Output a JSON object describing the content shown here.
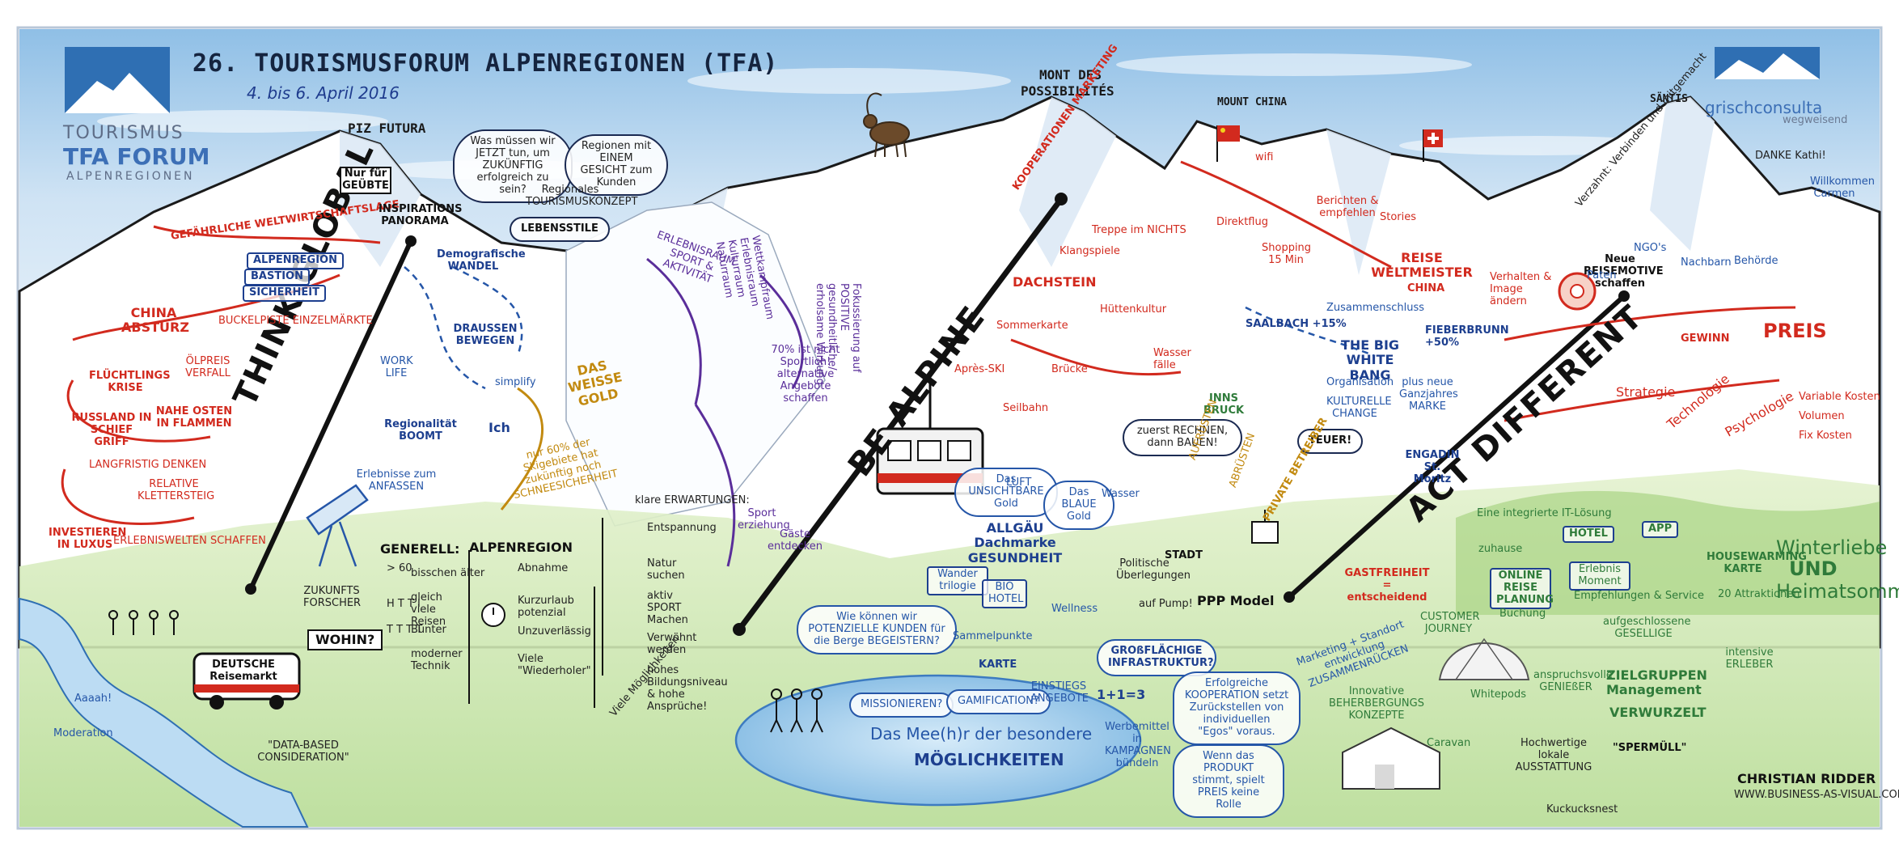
{
  "header": {
    "title": "26. TOURISMUSFORUM ALPENREGIONEN (TFA)",
    "date": "4. bis 6. April 2016"
  },
  "logos": {
    "tfa_line1": "TOURISMUS",
    "tfa_line2": "TFA FORUM",
    "tfa_line3": "ALPENREGIONEN",
    "consult_main": "grischconsulta",
    "consult_sub": "wegweisend"
  },
  "peaks": {
    "futura": "PIZ FUTURA",
    "mont_line1": "MONT DES",
    "mont_line2": "POSSIBILITÉS",
    "china": "MOUNT CHINA",
    "saentis": "SÄNTIS"
  },
  "banners": {
    "think": "THINK GLOBAL",
    "alpine": "BE ALPINE",
    "act": "ACT DIFFERENT"
  },
  "left_section": {
    "weltlage": "GEFÄHRLICHE WELTWIRTSCHAFTSLAGE",
    "alpenregion": "ALPENREGION",
    "bastion": "BASTION",
    "sicherheit": "SICHERHEIT",
    "buckelpiste": "BUCKELPISTE EINZELMÄRKTE",
    "china_absturz": "CHINA ABSTURZ",
    "oelpreis": "ÖLPREIS VERFALL",
    "fluechtlinge": "FLÜCHTLINGS KRISE",
    "russland": "RUSSLAND IN SCHIEF GRIFF",
    "nahe_osten": "NAHE OSTEN IN FLAMMEN",
    "langfristig": "LANGFRISTIG DENKEN",
    "relative": "RELATIVE KLETTERSTEIG",
    "investieren": "INVESTIEREN IN LUXUS",
    "erlebniswelten": "ERLEBNISWELTEN SCHAFFEN",
    "nur_fuer": "Nur für GEÜBTE",
    "inspirations": "INSPIRATIONS PANORAMA",
    "zukunfts": "ZUKUNFTS FORSCHER",
    "was_muessen": "Was müssen wir JETZT tun, um ZUKÜNFTIG erfolgreich zu sein?",
    "regionen": "Regionen mit EINEM GESICHT zum Kunden",
    "regionales": "Regionales TOURISMUSKONZEPT",
    "lebensstile": "LEBENSSTILE",
    "demografische": "Demografische WANDEL",
    "draussen": "DRAUSSEN BEWEGEN",
    "work_life": "WORK LIFE",
    "simplify": "simplify",
    "regionalitaet": "Regionalität BOOMT",
    "erlebnisse": "Erlebnisse zum ANFASSEN",
    "ich": "Ich",
    "deutsche": "DEUTSCHE Reisemarkt",
    "wohin": "WOHIN?",
    "aaaah": "Aaaah!",
    "moderation": "Moderation",
    "data_based": "\"DATA-BASED CONSIDERATION\""
  },
  "weisse_gold": {
    "title": "DAS WEISSE GOLD",
    "note": "nur 60% der Skigebiete hat zukünftig noch SCHNEESICHERHEIT"
  },
  "generell": {
    "header": "GENERELL:",
    "items": [
      "bisschen älter",
      "gleich viele Reisen",
      "Bunter",
      "moderner Technik"
    ],
    "ages": [
      "> 60",
      "H T T I",
      "T T T T"
    ]
  },
  "alpenregion_col": {
    "header": "ALPENREGION",
    "items": [
      "Abnahme",
      "Kurzurlaub potenzial",
      "Unzuverlässig",
      "Viele \"Wiederholer\""
    ]
  },
  "erwartungen": {
    "header": "klare ERWARTUNGEN:",
    "items": [
      "Entspannung",
      "Natur suchen",
      "aktiv SPORT Machen",
      "Verwöhnt werden",
      "hohes Bildungsniveau & hohe Ansprüche!"
    ],
    "viele": "Viele Möglichkeiten"
  },
  "alpine_section": {
    "erlebnisraum": "ERLEBNISRAUM SPORT & AKTIVITÄT",
    "wettkampf": "Wettkampfraum Erlebnisraum Kulturraum Naturraum",
    "fokus": "Fokussierung auf POSITIVE gesundheitliche/ erholsame Wirkung",
    "siebzig": "70% ist nicht Sportlich! alternative Angebote schaffen",
    "sport_erziehung": "Sport erziehung",
    "gaeste": "Gäste entdecken",
    "kooperation": "KOOPERATIONEN MARKETING",
    "treppe": "Treppe im NICHTS",
    "klangspiele": "Klangspiele",
    "dachstein": "DACHSTEIN",
    "sommerkarte": "Sommerkarte",
    "huettenkultur": "Hüttenkultur",
    "apres_ski": "Après-SKI",
    "bruecke": "Brücke",
    "seilbahn": "Seilbahn",
    "wasserfaelle": "Wasser fälle",
    "unsichtbare": "Das UNSICHTBARE Gold",
    "luft": "LUFT",
    "blaue": "Das BLAUE Gold",
    "wasser": "Wasser",
    "allgaeu": "ALLGÄU Dachmarke GESUNDHEIT",
    "wander": "Wander trilogie",
    "bio": "BIO HOTEL",
    "wellness": "Wellness",
    "wie_koennen": "Wie können wir POTENZIELLE KUNDEN für die Berge BEGEISTERN?",
    "sammelpunkte": "Sammelpunkte",
    "karte": "KARTE",
    "missionieren": "MISSIONIEREN?",
    "gamification": "GAMIFICATION?",
    "einstiegs": "EINSTIEGS ANGEBOTE",
    "meer_line1": "Das Mee(h)r der besondere",
    "meer_line2": "MÖGLICHKEITEN"
  },
  "china_section": {
    "wifi": "wifi",
    "direktflug": "Direktflug",
    "berichten": "Berichten & empfehlen",
    "shopping": "Shopping 15 Min",
    "stories": "Stories",
    "reise": "REISE WELTMEISTER",
    "china_label": "CHINA",
    "verhalten": "Verhalten & Image ändern",
    "zusammenschluss": "Zusammenschluss",
    "saalbach": "SAALBACH +15%",
    "fieberbrunn": "FIEBERBRUNN +50%",
    "big_bang": "THE BIG WHITE BANG",
    "organisation": "Organisation",
    "ganzjahres": "plus neue Ganzjahres MARKE",
    "kulturelle": "KULTURELLE CHANGE"
  },
  "innsbruck": {
    "label": "INNS BRUCK",
    "zuerst": "zuerst RECHNEN, dann BAUEN!",
    "teuer": "TEUER!",
    "aufrusten": "AUFRÜSTEN",
    "abruesten": "ABRÜSTEN",
    "private": "PRIVATE BETREIBER",
    "stadt": "STADT",
    "politische": "Politische Überlegungen",
    "auf_pump": "auf Pump!",
    "ppp": "PPP Model"
  },
  "act_section": {
    "engadin": "ENGADIN St. Moritz",
    "gastfreiheit": "GASTFREIHEIT = entscheidend",
    "marketing": "Marketing + Standort entwicklung ZUSAMMENRÜCKEN",
    "grossflaechige": "GROßFLÄCHIGE INFRASTRUKTUR?",
    "eins": "1+1=3",
    "erfolgreiche": "Erfolgreiche KOOPERATION setzt Zurückstellen von individuellen \"Egos\" voraus.",
    "werbemittel": "Werbemittel in KAMPAGNEN bündeln",
    "wenn_das": "Wenn das PRODUKT stimmt, spielt PREIS keine Rolle",
    "innovative": "Innovative BEHERBERGUNGS KONZEPTE",
    "whitepods": "Whitepods",
    "caravan": "Caravan",
    "hochwertige": "Hochwertige lokale AUSSTATTUNG",
    "spermuell": "\"SPERMÜLL\"",
    "kuckucksnest": "Kuckucksnest",
    "it_loesung": "Eine integrierte IT-Lösung",
    "zuhause": "zuhause",
    "hotel": "HOTEL",
    "online": "ONLINE REISE PLANUNG",
    "erlebnis_moment": "Erlebnis Moment",
    "app": "APP",
    "empfehlungen": "Empfehlungen & Service",
    "customer": "CUSTOMER JOURNEY",
    "buchung": "Buchung",
    "housewarming": "HOUSEWARMING KARTE",
    "attraktionen": "20 Attraktionen",
    "winterliebe": "Winterliebe",
    "und": "UND",
    "heimatsommer": "Heimatsommer",
    "aufgeschlossene": "aufgeschlossene GESELLIGE",
    "anspruchsvolle": "anspruchsvolle GENIEßER",
    "intensive": "intensive ERLEBER",
    "zielgruppen": "ZIELGRUPPEN Management",
    "verwurzelt": "VERWURZELT"
  },
  "right_section": {
    "neue": "Neue REISEMOTIVE schaffen",
    "verzahnt": "Verzahnt: Verbinden und mitgemacht",
    "danke": "DANKE Kathi!",
    "willkommen": "Willkommen Carmen",
    "paten": "Paten",
    "ngos": "NGO's",
    "nachbarn": "Nachbarn",
    "behoerde": "Behörde",
    "gewinn": "GEWINN",
    "preis": "PREIS",
    "strategie": "Strategie",
    "technologie": "Technologie",
    "psychologie": "Psychologie",
    "variable": "Variable Kosten",
    "volumen": "Volumen",
    "fix": "Fix Kosten"
  },
  "footer": {
    "artist": "CHRISTIAN RIDDER",
    "url": "WWW.BUSINESS-AS-VISUAL.COM"
  },
  "colors": {
    "sky": "#cfe3f4",
    "sky_deep": "#8fbfe6",
    "mountain": "#ffffff",
    "ink": "#111111",
    "red": "#d22a1e",
    "blue": "#2556a8",
    "purple": "#5a2e9a",
    "orange": "#c28a10",
    "green": "#2f7b3a",
    "meadow": "#cfe8b2",
    "lake": "#9ccbec"
  },
  "icons": [
    "ibex-icon",
    "gondola-icon",
    "bus-icon",
    "alarm-clock-icon",
    "gear-icon",
    "cable-car-icon",
    "dome-tent-icon",
    "flag-china-icon",
    "flag-switzerland-icon",
    "person-icon",
    "telescope-icon"
  ]
}
